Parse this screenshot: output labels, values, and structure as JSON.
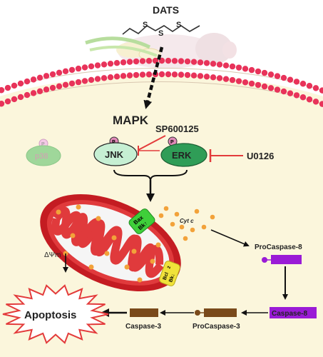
{
  "compound": {
    "name": "DATS",
    "s1": "S",
    "s2": "S",
    "s3": "S"
  },
  "pathway": {
    "mapk": "MAPK",
    "p38": "p38",
    "jnk": "JNK",
    "erk": "ERK",
    "phospho": "P",
    "jnk_inhibitor": "SP600125",
    "erk_inhibitor": "U0126"
  },
  "mitochondria": {
    "bax_l1": "Bax",
    "bax_l2": "Bk↑",
    "bcl_l1": "Bcl",
    "bcl_l2": "Bk↓",
    "bcl_sub": "2",
    "cytc": "Cyt c",
    "potential": "ΔΨm"
  },
  "caspases": {
    "procaspase8": "ProCaspase-8",
    "caspase8": "Caspase-8",
    "procaspase3": "ProCaspase-3",
    "caspase3": "Caspase-3"
  },
  "outcome": {
    "apoptosis": "Apoptosis"
  },
  "colors": {
    "membrane": "#e8335a",
    "cytoplasm": "#fbf6dc",
    "jnk_fill": "#c6efd3",
    "erk_fill": "#2f9d57",
    "p38_fill": "#9fd79a",
    "inhibitor": "#e33b3b",
    "mito_red": "#d7252b",
    "dots": "#f2a23a",
    "purple": "#9a1bd6",
    "brown": "#7a4a1a"
  }
}
